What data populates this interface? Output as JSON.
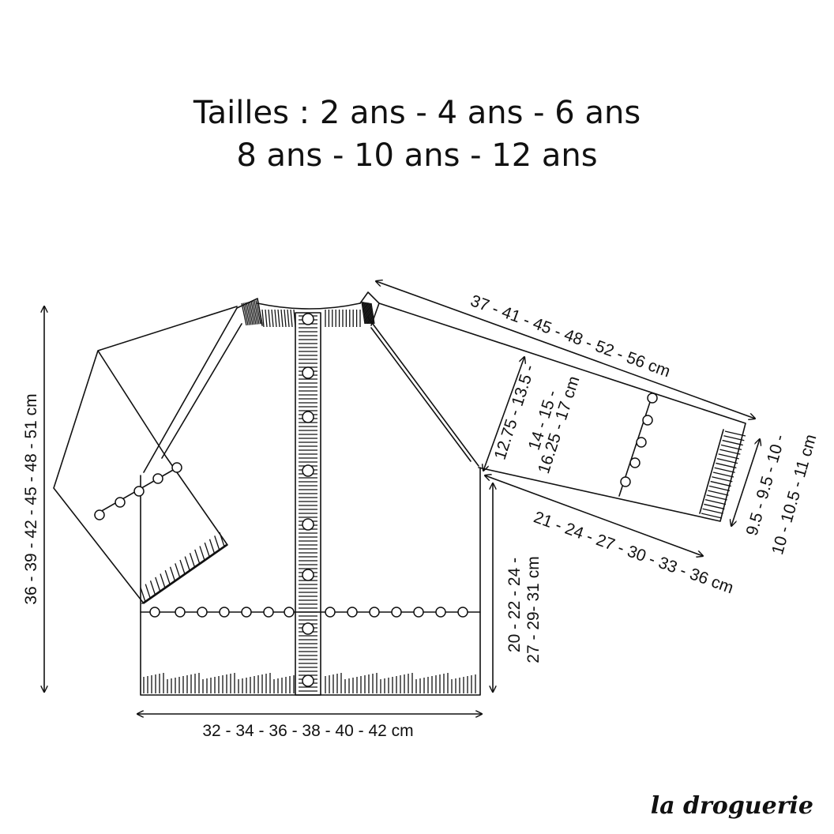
{
  "title": {
    "line1": "Tailles : 2 ans - 4 ans - 6 ans",
    "line2": "8 ans - 10 ans - 12 ans"
  },
  "measurements": {
    "body_length": "36 - 39 - 42 - 45 - 48 - 51 cm",
    "sleeve_length": "37 - 41 - 45 - 48 - 52 - 56 cm",
    "armhole_line1": "12.75 - 13.5 -",
    "armhole_line2": "14 - 15 -",
    "armhole_line3": "16.25 - 17 cm",
    "cuff_line1": "9.5 - 9.5 - 10 -",
    "cuff_line2": "10 - 10.5 - 11 cm",
    "side_seam_line1": "20 - 22 - 24 -",
    "side_seam_line2": "27 - 29- 31 cm",
    "underarm_sleeve": "21 - 24 - 27 - 30 - 33 - 36 cm",
    "half_chest": "32 - 34 - 36 - 38 - 40 - 42 cm"
  },
  "brand": "la droguerie",
  "colors": {
    "ink": "#111111",
    "background": "#ffffff"
  }
}
